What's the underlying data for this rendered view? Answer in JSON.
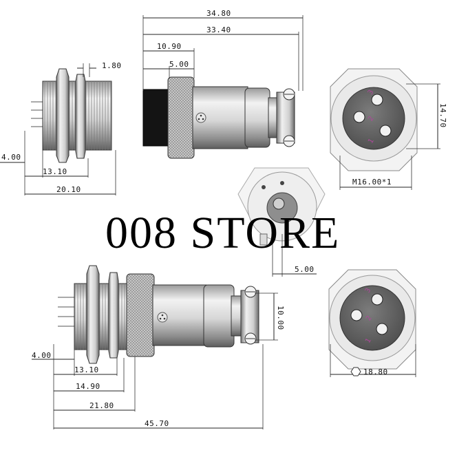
{
  "watermark": "008 STORE",
  "dimensions": {
    "top_overall": "34.80",
    "top_body": "33.40",
    "top_knurl": "10.90",
    "top_front": "5.00",
    "side_flange": "1.80",
    "side_pin": "4.00",
    "side_thread": "13.10",
    "side_total": "20.10",
    "front_height": "14.70",
    "thread_spec": "M16.00*1",
    "rear_center": "5.00",
    "bottom_height": "10.00",
    "bottom_pin": "4.00",
    "bottom_d1": "13.10",
    "bottom_d2": "14.90",
    "bottom_d3": "21.80",
    "bottom_total": "45.70",
    "hex_size": "18.80"
  },
  "pins_top": [
    "3",
    "2",
    "1"
  ],
  "pins_bottom": [
    "3",
    "2",
    "1"
  ],
  "colors": {
    "pin_label": "#b0479c",
    "metal_light": "#e6e6e6",
    "metal_mid": "#b8b8b8",
    "metal_dark": "#6e6e6e"
  }
}
